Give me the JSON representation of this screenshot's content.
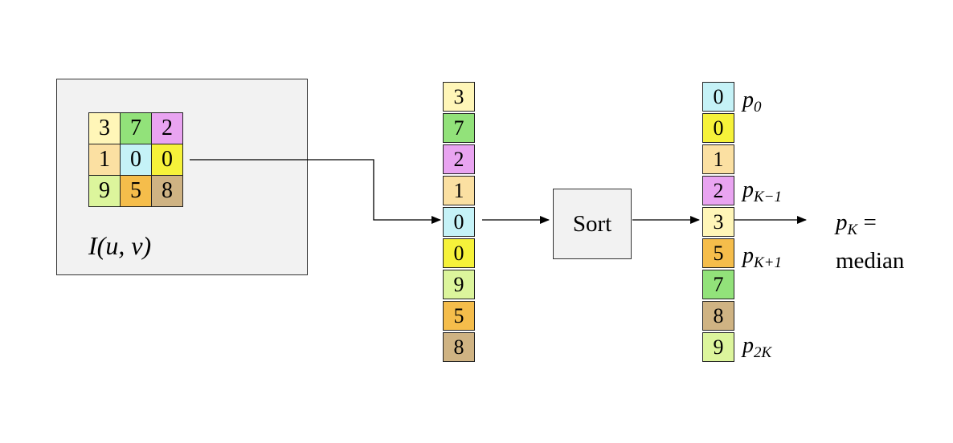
{
  "colors": {
    "c0": "#c5f2f7",
    "c1": "#fbe0a2",
    "c2": "#e9a4f1",
    "c3": "#fff6b8",
    "c5": "#f5bd4b",
    "c7": "#92e27a",
    "c8": "#cfb383",
    "c9": "#dcf59c",
    "cY": "#f6f23a",
    "panel_bg": "#f2f2f2"
  },
  "image": {
    "label": "I(u, v)",
    "grid": [
      [
        {
          "v": "3",
          "c": "c3"
        },
        {
          "v": "7",
          "c": "c7"
        },
        {
          "v": "2",
          "c": "c2"
        }
      ],
      [
        {
          "v": "1",
          "c": "c1"
        },
        {
          "v": "0",
          "c": "c0"
        },
        {
          "v": "0",
          "c": "cY"
        }
      ],
      [
        {
          "v": "9",
          "c": "c9"
        },
        {
          "v": "5",
          "c": "c5"
        },
        {
          "v": "8",
          "c": "c8"
        }
      ]
    ]
  },
  "unsorted": [
    {
      "v": "3",
      "c": "c3"
    },
    {
      "v": "7",
      "c": "c7"
    },
    {
      "v": "2",
      "c": "c2"
    },
    {
      "v": "1",
      "c": "c1"
    },
    {
      "v": "0",
      "c": "c0"
    },
    {
      "v": "0",
      "c": "cY"
    },
    {
      "v": "9",
      "c": "c9"
    },
    {
      "v": "5",
      "c": "c5"
    },
    {
      "v": "8",
      "c": "c8"
    }
  ],
  "sort_label": "Sort",
  "sorted": [
    {
      "v": "0",
      "c": "c0"
    },
    {
      "v": "0",
      "c": "cY"
    },
    {
      "v": "1",
      "c": "c1"
    },
    {
      "v": "2",
      "c": "c2"
    },
    {
      "v": "3",
      "c": "c3"
    },
    {
      "v": "5",
      "c": "c5"
    },
    {
      "v": "7",
      "c": "c7"
    },
    {
      "v": "8",
      "c": "c8"
    },
    {
      "v": "9",
      "c": "c9"
    }
  ],
  "labels": {
    "p0": {
      "base": "p",
      "sub": "0"
    },
    "pKm1": {
      "base": "p",
      "sub": "K−1"
    },
    "pKp1": {
      "base": "p",
      "sub": "K+1"
    },
    "p2K": {
      "base": "p",
      "sub": "2K"
    }
  },
  "result": {
    "base": "p",
    "sub": "K",
    "rel": "=",
    "word": "median"
  }
}
